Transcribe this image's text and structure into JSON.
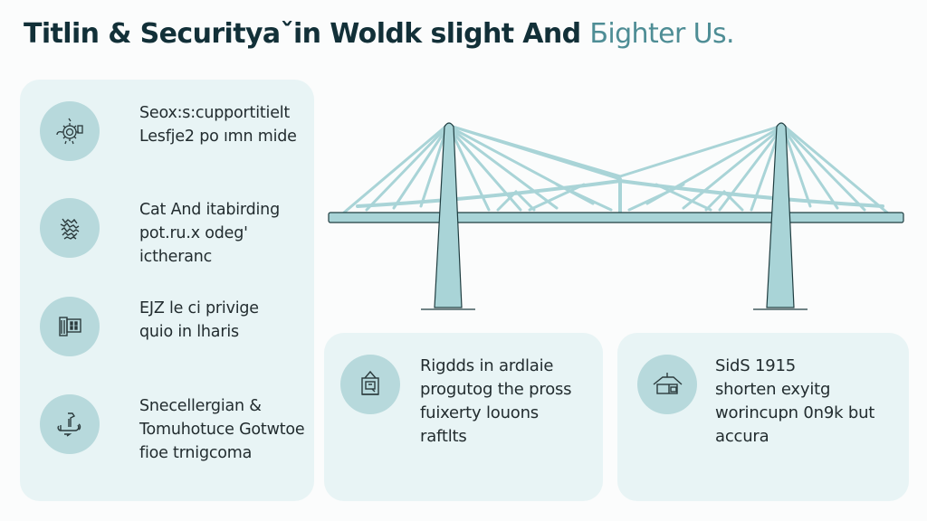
{
  "title": {
    "main": "Titlin & Securityaˇin Woldk slight And ",
    "accent": "Бighter Us."
  },
  "colors": {
    "title_dark": "#123038",
    "title_accent": "#4e8d95",
    "card_bg": "#e8f4f5",
    "icon_circle": "#b7d9dc",
    "bridge_fill": "#a9d4d7",
    "bridge_stroke": "#1f3d40"
  },
  "left_panel": {
    "items": [
      {
        "icon": "gear-cloud-icon",
        "lines": [
          "Seox:s:cupportitielt",
          "Lesfje2 po ımn mide"
        ]
      },
      {
        "icon": "network-cluster-icon",
        "lines": [
          "Cat And itabirding",
          "pot.ru.x odeg'",
          "ictheranc"
        ]
      },
      {
        "icon": "building-icon",
        "lines": [
          "ЕJZ le ci privige",
          "quio in lharis"
        ]
      },
      {
        "icon": "handshake-icon",
        "lines": [
          "Snecellergian &",
          "Tomuhotuce Gotwtoe",
          "fioe trnigcoma"
        ]
      }
    ]
  },
  "bottom_cards": [
    {
      "icon": "bag-lock-icon",
      "lines": [
        "Rigdds in ardlaie",
        "progutog the pross",
        "fuixerty louons",
        "raftlts"
      ]
    },
    {
      "icon": "house-icon",
      "lines": [
        "SidS 1915",
        "shorten exyitg",
        "worincupn 0n9k but",
        "accura"
      ]
    }
  ],
  "illustration": {
    "subject": "cable-stayed-bridge"
  }
}
